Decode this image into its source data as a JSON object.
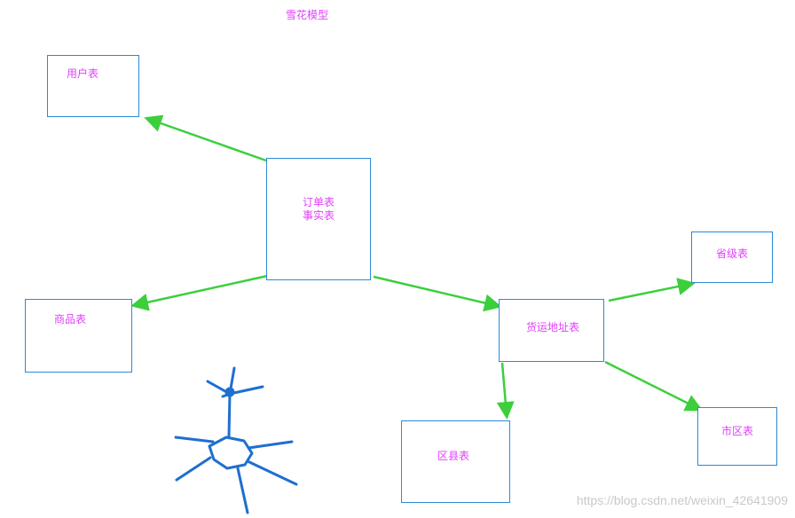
{
  "title": "雪花模型",
  "boxes": {
    "user": "用户表",
    "order_line1": "订单表",
    "order_line2": "事实表",
    "product": "商品表",
    "shipping": "货运地址表",
    "province": "省级表",
    "city": "市区表",
    "district": "区县表"
  },
  "watermark": "https://blog.csdn.net/weixin_42641909",
  "colors": {
    "box_border": "#2b8ad8",
    "label": "#e040fb",
    "arrow": "#3ccf3c",
    "sketch": "#1e6fd0"
  }
}
